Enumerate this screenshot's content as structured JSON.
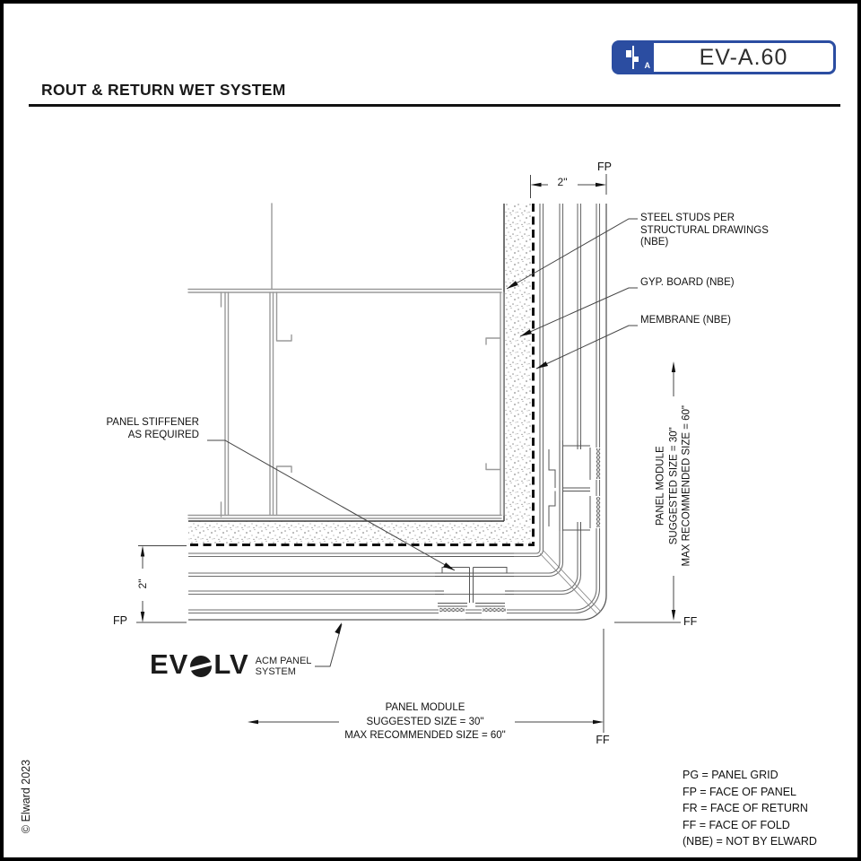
{
  "page": {
    "title": "ROUT & RETURN WET SYSTEM",
    "copyright": "© Elward 2023"
  },
  "badge": {
    "code": "EV-A.60",
    "icon_letter": "A"
  },
  "annotations": {
    "fp_top": "FP",
    "fp_left": "FP",
    "ff_right": "FF",
    "ff_bottom": "FF",
    "dim_top": "2\"",
    "dim_left": "2\"",
    "steel_studs": "STEEL STUDS PER\nSTRUCTURAL DRAWINGS\n(NBE)",
    "gyp_board": "GYP. BOARD (NBE)",
    "membrane": "MEMBRANE (NBE)",
    "stiffener": "PANEL STIFFENER\nAS REQUIRED",
    "module_right": "PANEL MODULE\nSUGGESTED SIZE = 30\"\nMAX RECOMMENDED SIZE = 60\"",
    "module_bottom": "PANEL MODULE\nSUGGESTED SIZE = 30\"\nMAX RECOMMENDED SIZE = 60\""
  },
  "logo": {
    "text_pre": "EV",
    "text_post": "LV",
    "subtitle": "ACM PANEL\nSYSTEM"
  },
  "legend": {
    "items": [
      "PG = PANEL GRID",
      "FP = FACE OF PANEL",
      "FR = FACE OF RETURN",
      "FF = FACE OF FOLD",
      "(NBE) = NOT BY ELWARD"
    ]
  },
  "colors": {
    "accent_blue": "#2b4da1",
    "line_dark": "#1a1a1a",
    "line_gray": "#6e6e6e",
    "stud_gray": "#9a9a9a"
  }
}
